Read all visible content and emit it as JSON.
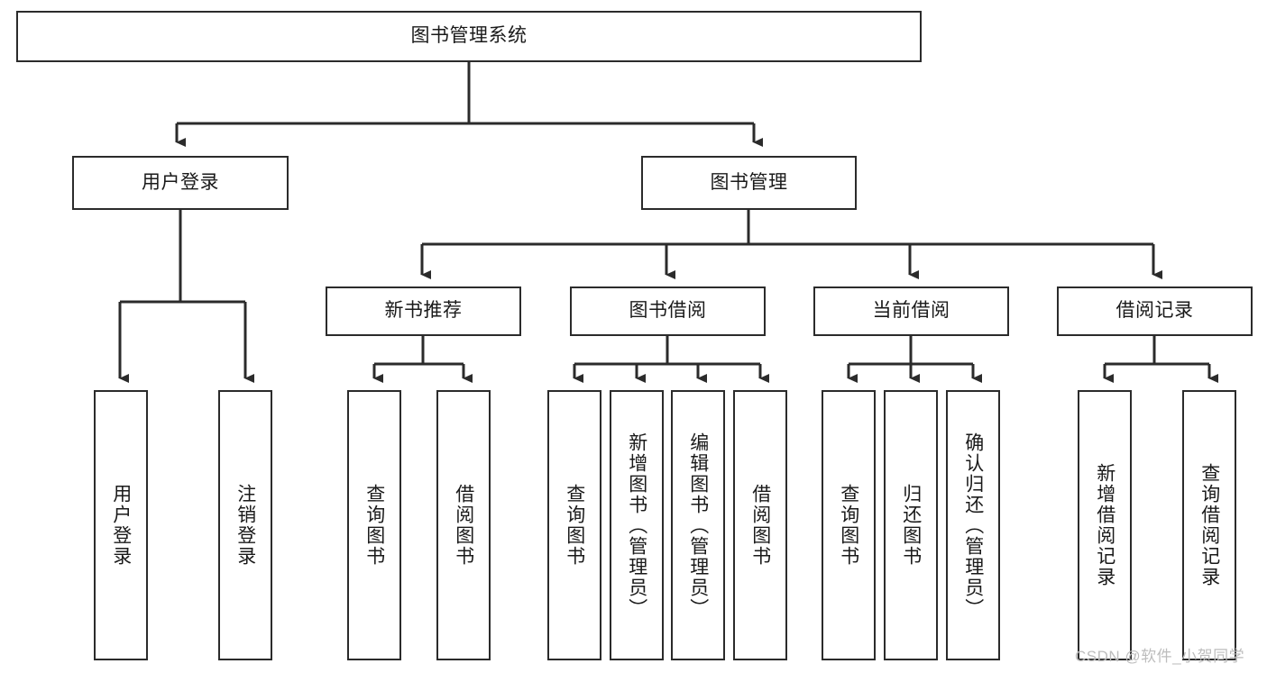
{
  "diagram": {
    "type": "tree-hierarchy",
    "title": "图书管理系统",
    "watermark": "CSDN @软件_小贺同学",
    "colors": {
      "box_border": "#2b2b2b",
      "box_fill": "#ffffff",
      "connector": "#2b2b2b",
      "text": "#1a1a1a",
      "watermark": "#bdbdbd",
      "background": "#ffffff"
    },
    "levels": [
      {
        "level": 1,
        "nodes": [
          {
            "id": "root",
            "label": "图书管理系统",
            "orientation": "horizontal"
          }
        ]
      },
      {
        "level": 2,
        "nodes": [
          {
            "id": "login",
            "label": "用户登录",
            "orientation": "horizontal",
            "parent": "root"
          },
          {
            "id": "bookmgmt",
            "label": "图书管理",
            "orientation": "horizontal",
            "parent": "root"
          }
        ]
      },
      {
        "level": 3,
        "nodes": [
          {
            "id": "newbook",
            "label": "新书推荐",
            "orientation": "horizontal",
            "parent": "bookmgmt"
          },
          {
            "id": "borrow",
            "label": "图书借阅",
            "orientation": "horizontal",
            "parent": "bookmgmt"
          },
          {
            "id": "current",
            "label": "当前借阅",
            "orientation": "horizontal",
            "parent": "bookmgmt"
          },
          {
            "id": "records",
            "label": "借阅记录",
            "orientation": "horizontal",
            "parent": "bookmgmt"
          }
        ]
      },
      {
        "level": 4,
        "nodes": [
          {
            "id": "leaf-user-login",
            "label": "用户登录",
            "orientation": "vertical",
            "parent": "login"
          },
          {
            "id": "leaf-logout",
            "label": "注销登录",
            "orientation": "vertical",
            "parent": "login"
          },
          {
            "id": "leaf-query-book-1",
            "label": "查询图书",
            "orientation": "vertical",
            "parent": "newbook"
          },
          {
            "id": "leaf-borrow-book-1",
            "label": "借阅图书",
            "orientation": "vertical",
            "parent": "newbook"
          },
          {
            "id": "leaf-query-book-2",
            "label": "查询图书",
            "orientation": "vertical",
            "parent": "borrow"
          },
          {
            "id": "leaf-add-book",
            "label": "新增图书（管理员）",
            "orientation": "vertical",
            "parent": "borrow"
          },
          {
            "id": "leaf-edit-book",
            "label": "编辑图书（管理员）",
            "orientation": "vertical",
            "parent": "borrow"
          },
          {
            "id": "leaf-borrow-book-2",
            "label": "借阅图书",
            "orientation": "vertical",
            "parent": "borrow"
          },
          {
            "id": "leaf-query-book-3",
            "label": "查询图书",
            "orientation": "vertical",
            "parent": "current"
          },
          {
            "id": "leaf-return-book",
            "label": "归还图书",
            "orientation": "vertical",
            "parent": "current"
          },
          {
            "id": "leaf-confirm-return",
            "label": "确认归还（管理员）",
            "orientation": "vertical",
            "parent": "current"
          },
          {
            "id": "leaf-add-record",
            "label": "新增借阅记录",
            "orientation": "vertical",
            "parent": "records"
          },
          {
            "id": "leaf-query-record",
            "label": "查询借阅记录",
            "orientation": "vertical",
            "parent": "records"
          }
        ]
      }
    ]
  }
}
